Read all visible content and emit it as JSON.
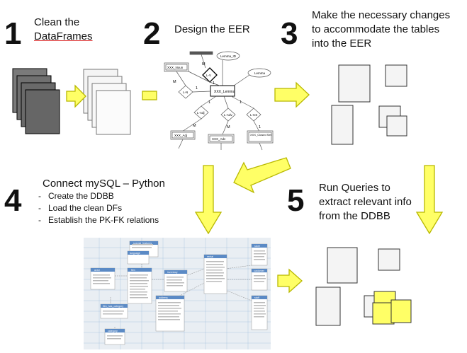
{
  "steps": [
    {
      "number": "1",
      "title_line1": "Clean the",
      "title_line2": "DataFrames"
    },
    {
      "number": "2",
      "title": "Design the EER"
    },
    {
      "number": "3",
      "title_lines": [
        "Make the necessary changes",
        "to accommodate the tables",
        "into the EER"
      ]
    },
    {
      "number": "4",
      "title": "Connect mySQL – Python",
      "bullets": [
        "Create the DDBB",
        "Load the clean DFs",
        "Establish the PK-FK relations"
      ]
    },
    {
      "number": "5",
      "title_lines": [
        "Run Queries to",
        "extract relevant info",
        "from the DDBB"
      ]
    }
  ],
  "eer": {
    "entities": [
      "XXX_Noun",
      "XXX_Lemma",
      "XXX_Adj",
      "XXX_Adv",
      "XXX_Closed Set"
    ],
    "relations": [
      "L-N",
      "L-V",
      "L-Adj",
      "L-Adv",
      "L-CS"
    ],
    "attributes": [
      "Lemma_ID",
      "Lemma"
    ],
    "cardinalities": [
      "M",
      "1",
      "1",
      "1",
      "M",
      "M",
      "M",
      "1",
      "1"
    ]
  },
  "schema_tables": [
    "special_features",
    "actor",
    "film",
    "inventory",
    "rental",
    "store",
    "film_has_category",
    "category",
    "address",
    "customer",
    "staff",
    "language"
  ],
  "colors": {
    "arrow_fill": "#ffff66",
    "arrow_stroke": "#b8b800",
    "highlight": "#ffff66",
    "dark_doc": "#707070"
  }
}
